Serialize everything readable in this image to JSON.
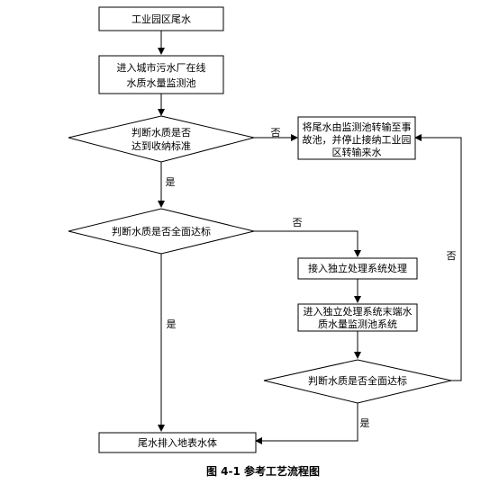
{
  "flowchart": {
    "start": "工业园区尾水",
    "monitor_pool": [
      "进入城市污水厂在线",
      "水质水量监测池"
    ],
    "decision_accept": [
      "判断水质是否",
      "达到收纳标准"
    ],
    "transfer": [
      "将尾水由监测池转输至事",
      "故池，并停止接纳工业园",
      "区转输来水"
    ],
    "decision_full_1": "判断水质是否全面达标",
    "independent_treat": "接入独立处理系统处理",
    "independent_monitor": [
      "进入独立处理系统末端水",
      "质水量监测池系统"
    ],
    "decision_full_2": "判断水质是否全面达标",
    "discharge": "尾水排入地表水体",
    "labels": {
      "no_1": "否",
      "yes_1": "是",
      "no_2": "否",
      "yes_2": "是",
      "no_3": "否",
      "yes_3": "是"
    }
  },
  "caption": "图 4-1  参考工艺流程图"
}
